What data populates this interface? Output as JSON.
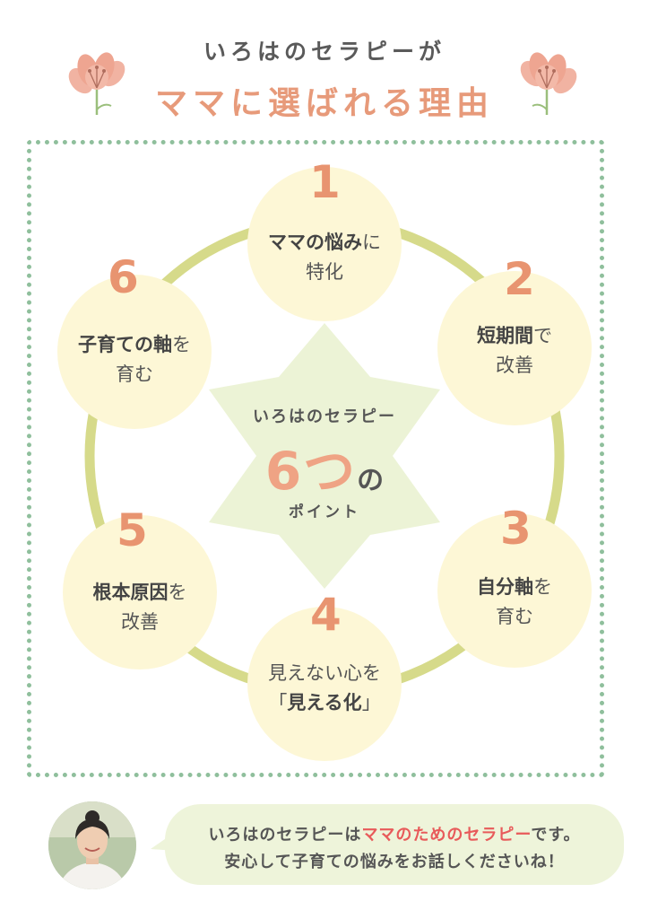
{
  "header": {
    "subtitle": "いろはのセラピーが",
    "title": "ママに選ばれる理由"
  },
  "center": {
    "line1": "いろはのセラピー",
    "count": "6つ",
    "particle": "の",
    "line3": "ポイント"
  },
  "points": [
    {
      "num": "1",
      "bold": "ママの悩み",
      "rest": "に",
      "line2": "特化"
    },
    {
      "num": "2",
      "bold": "短期間",
      "rest": "で",
      "line2": "改善"
    },
    {
      "num": "3",
      "bold": "自分軸",
      "rest": "を",
      "line2": "育む"
    },
    {
      "num": "4",
      "line1": "見えない心を",
      "line2_pre": "「",
      "line2_bold": "見える化",
      "line2_post": "」"
    },
    {
      "num": "5",
      "bold": "根本原因",
      "rest": "を",
      "line2": "改善"
    },
    {
      "num": "6",
      "bold": "子育ての軸",
      "rest": "を",
      "line2": "育む"
    }
  ],
  "message": {
    "line1_pre": "いろはのセラピーは",
    "line1_highlight": "ママのためのセラピー",
    "line1_post": "です。",
    "line2": "安心して子育ての悩みをお話しくださいね！"
  },
  "colors": {
    "accent": "#e89470",
    "circle": "#fdf7d6",
    "ring": "#d6da8a",
    "star": "#ecf3d6",
    "frame": "#8fbf9c",
    "highlight": "#e85a5a"
  }
}
